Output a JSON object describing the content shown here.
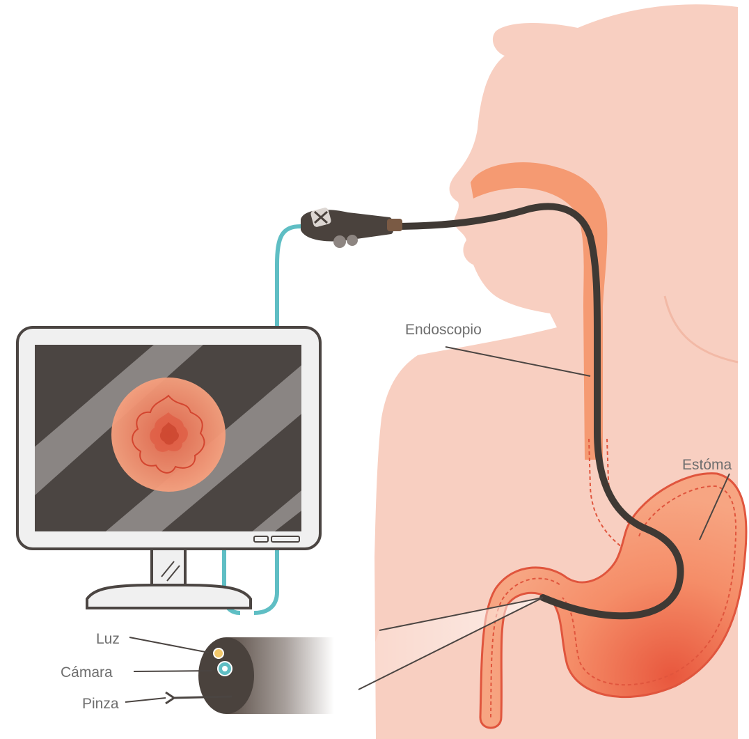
{
  "labels": {
    "endoscopio": "Endoscopio",
    "estomago": "Estóma",
    "luz": "Luz",
    "camara": "Cámara",
    "pinza": "Pinza"
  },
  "colors": {
    "skin": "#f8cfc1",
    "esophagus": "#f59a72",
    "stomach": "#f59a72",
    "stomach_shadow": "#ee6a4c",
    "endoscope": "#3f3934",
    "cable": "#5fbec4",
    "monitor_frame": "#f0f0f0",
    "monitor_screen": "#4b4542",
    "label_text": "#6e6e6e"
  }
}
